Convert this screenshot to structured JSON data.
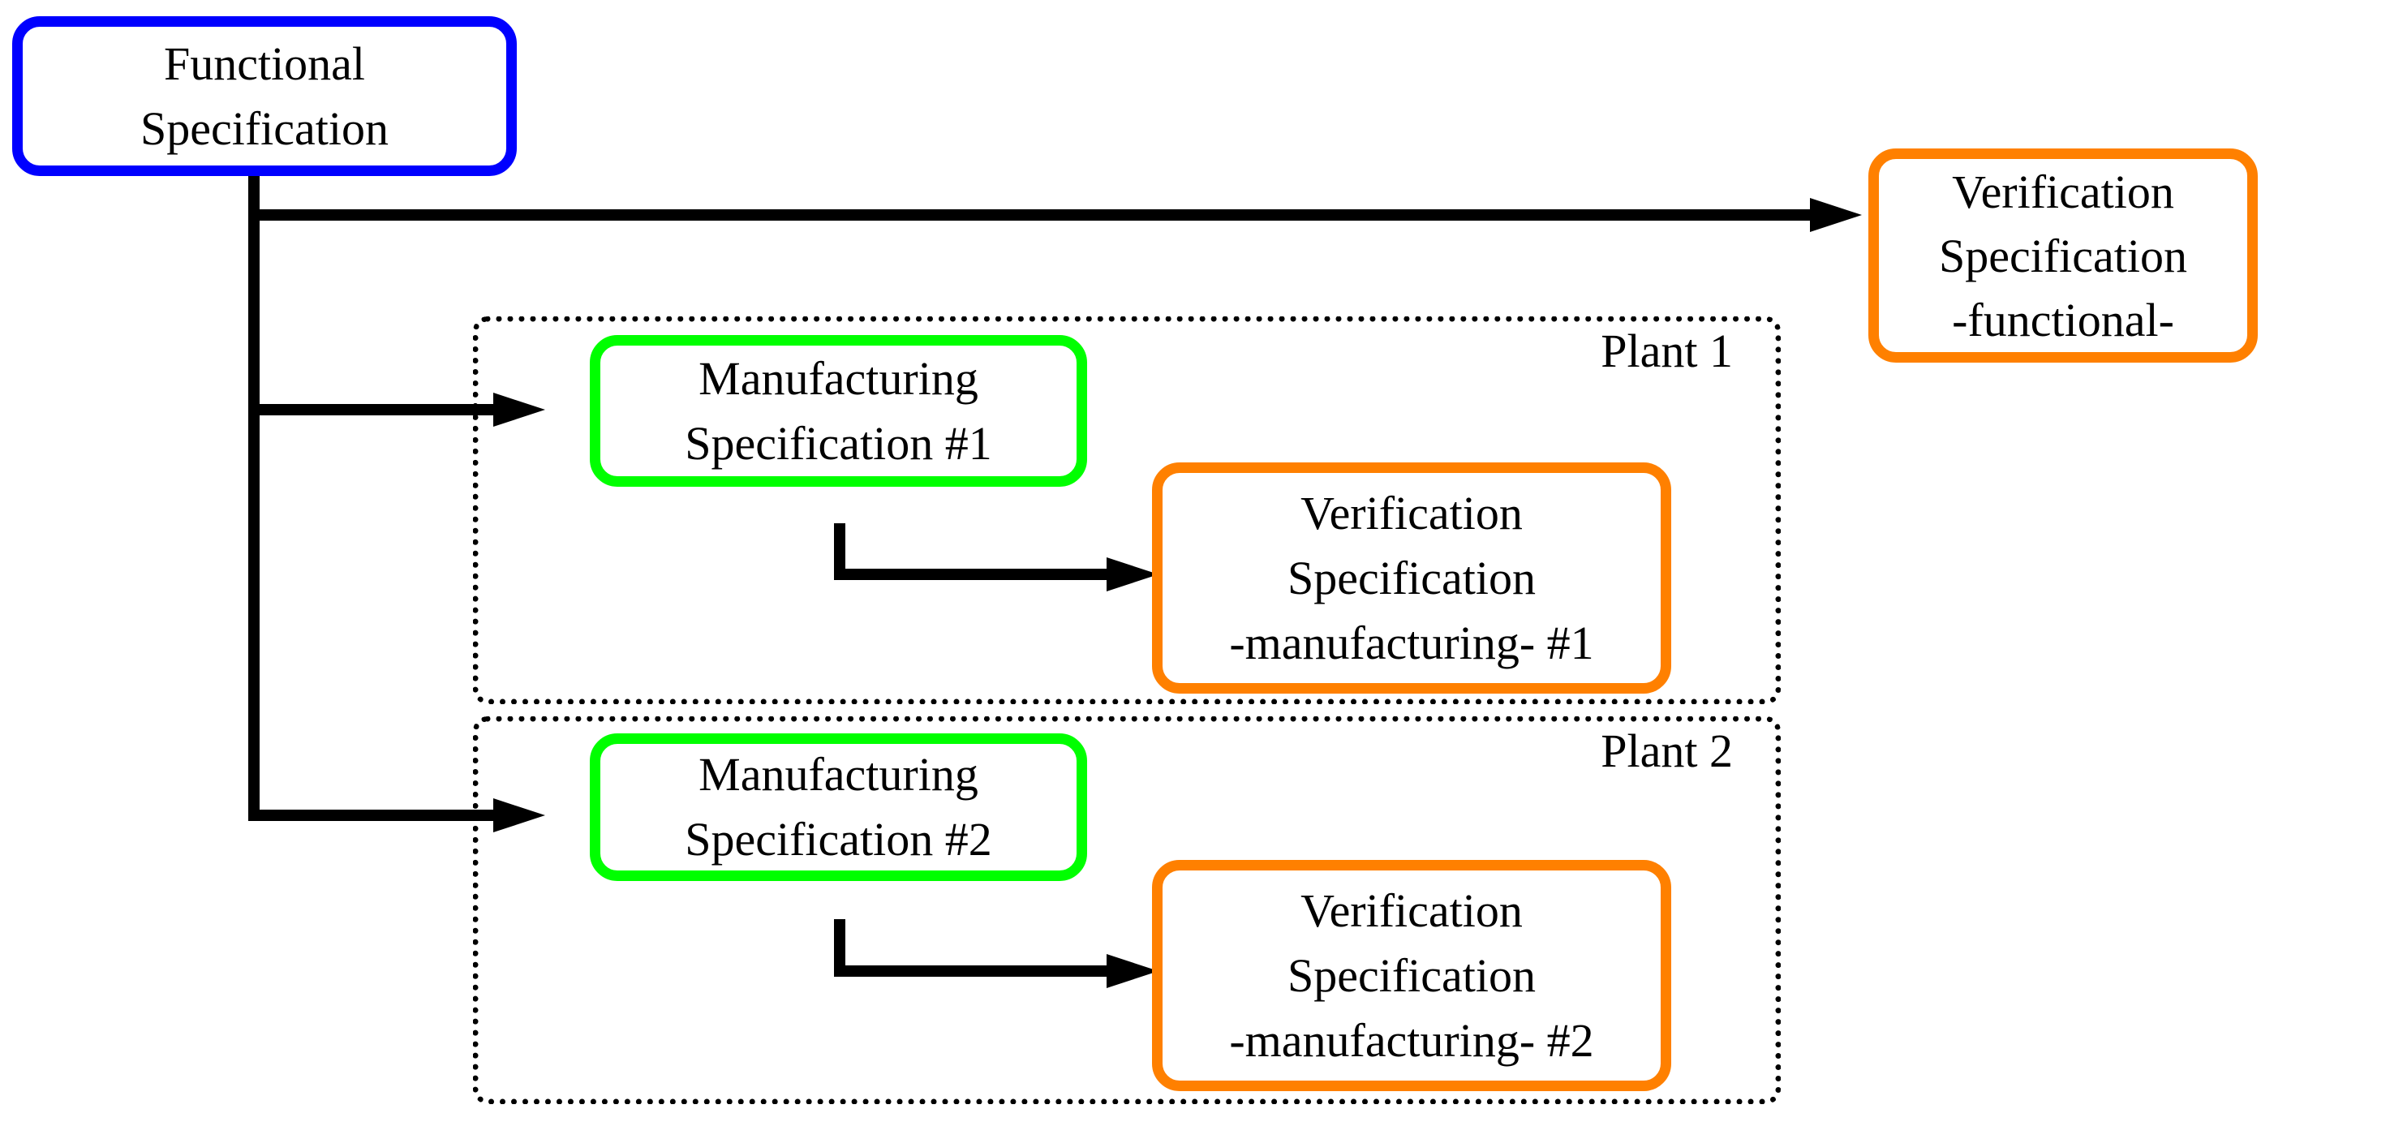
{
  "colors": {
    "functional_border": "#0000ff",
    "manufacturing_border": "#00ff00",
    "verification_border": "#ff8000",
    "connector": "#000000"
  },
  "nodes": {
    "functional_spec": {
      "line1": "Functional",
      "line2": "Specification"
    },
    "verification_functional": {
      "line1": "Verification",
      "line2": "Specification",
      "line3": "-functional-"
    },
    "manufacturing_spec_1": {
      "line1": "Manufacturing",
      "line2": "Specification #1"
    },
    "verification_manufacturing_1": {
      "line1": "Verification",
      "line2": "Specification",
      "line3": "-manufacturing- #1"
    },
    "manufacturing_spec_2": {
      "line1": "Manufacturing",
      "line2": "Specification #2"
    },
    "verification_manufacturing_2": {
      "line1": "Verification",
      "line2": "Specification",
      "line3": "-manufacturing- #2"
    }
  },
  "groups": {
    "plant_1": {
      "label": "Plant 1"
    },
    "plant_2": {
      "label": "Plant 2"
    }
  }
}
